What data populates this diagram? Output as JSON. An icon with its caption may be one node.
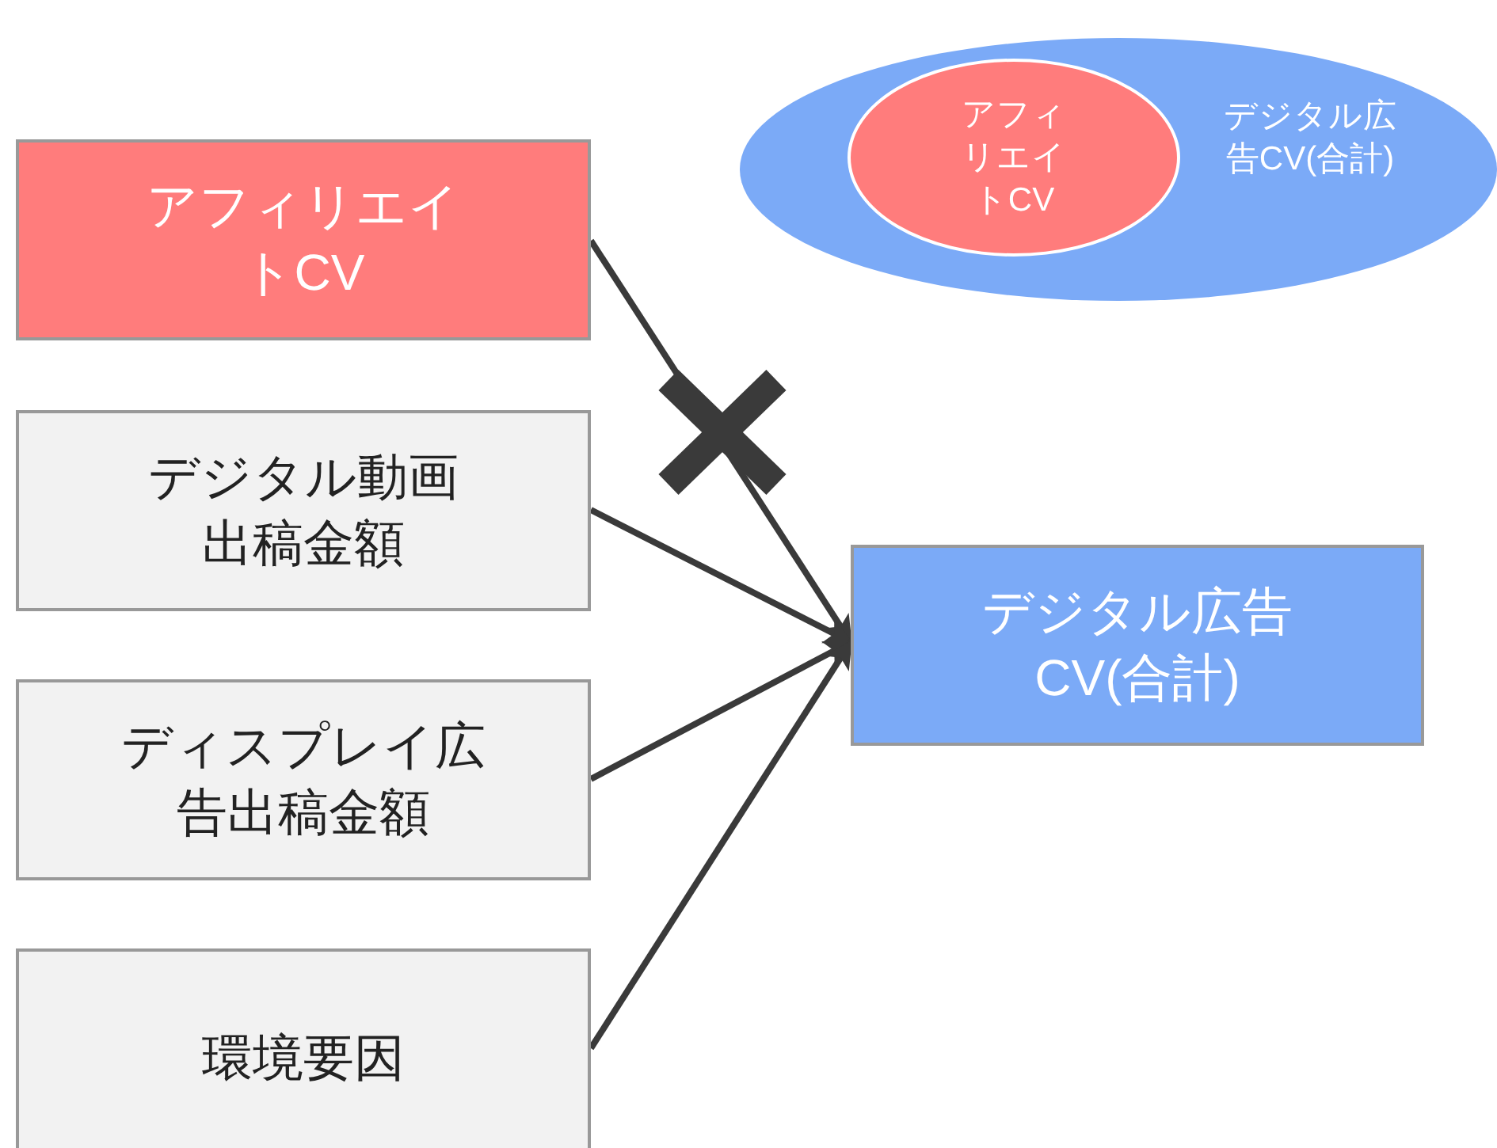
{
  "diagram": {
    "nodes": [
      {
        "text": [
          "デジタル広告CV(合計)"
        ]
      },
      {
        "text": [
          "アフィリエイトCV"
        ],
        "in": 0
      },
      {
        "text": [
          "アフィリエイトCV"
        ]
      },
      {
        "text": [
          "デジタル動画出稿金額"
        ]
      },
      {
        "text": [
          "ディスプレイ広告出稿金額"
        ]
      },
      {
        "text": [
          "環境要因"
        ]
      },
      {
        "text": [
          "デジタル広告CV(合計)"
        ]
      }
    ],
    "edges": [
      {
        "from": 2,
        "to": 6,
        "arrow": "to"
      },
      {
        "from": 3,
        "to": 6,
        "arrow": "to"
      },
      {
        "from": 4,
        "to": 6,
        "arrow": "to"
      },
      {
        "from": 5,
        "to": 6,
        "arrow": "to"
      }
    ]
  }
}
